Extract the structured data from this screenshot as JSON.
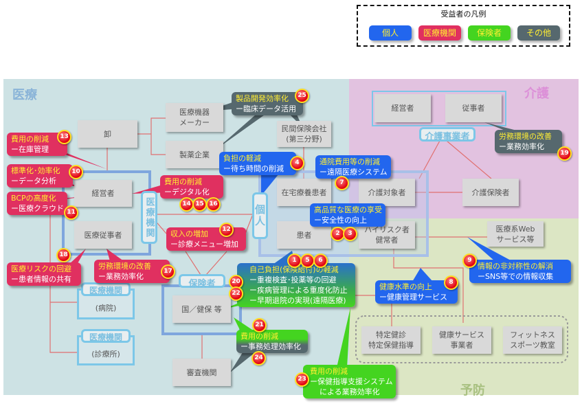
{
  "legend": {
    "title": "受益者の凡例",
    "items": [
      {
        "label": "個人",
        "color": "#2266ee"
      },
      {
        "label": "医療機関",
        "color": "#e03060"
      },
      {
        "label": "保険者",
        "color": "#44d420"
      },
      {
        "label": "その他",
        "color": "#56686e"
      }
    ]
  },
  "regions": {
    "medical": "医療",
    "care": "介護",
    "prevention": "予防"
  },
  "nodes": {
    "wholesale": "卸",
    "device_maker_1": "医療機器",
    "device_maker_2": "メーカー",
    "pharma": "製薬企業",
    "private_ins_1": "民間保険会社",
    "private_ins_2": "(第三分野)",
    "manager": "経営者",
    "staff": "医療従事者",
    "home_patient": "在宅療養患者",
    "patient": "患者",
    "care_manager": "経営者",
    "care_staff": "従事者",
    "care_recipient": "介護対象者",
    "care_insurer": "介護保険者",
    "highrisk_1": "ハイリスク者",
    "highrisk_2": "健常者",
    "web_1": "医療系Web",
    "web_2": "サービス等",
    "checkup_1": "特定健診",
    "checkup_2": "特定保健指導",
    "health_svc_1": "健康サービス",
    "health_svc_2": "事業者",
    "fitness_1": "フィットネス",
    "fitness_2": "スポーツ教室",
    "govt": "国／健保 等",
    "review": "審査機関",
    "hospital_label": "医療機関",
    "hospital": "(病院)",
    "clinic_label": "医療機関",
    "clinic": "(診療所)"
  },
  "groups": {
    "medical_inst": "医療機関",
    "individual": "個人",
    "insurer": "保険者",
    "care_provider": "介護事業者"
  },
  "callouts": [
    {
      "title": "費用の削減",
      "sub": "ー在庫管理",
      "badges": [
        "13"
      ]
    },
    {
      "title": "標準化･効率化",
      "sub": "ーデータ分析",
      "badges": [
        "10"
      ]
    },
    {
      "title": "BCPの高度化",
      "sub": "ー医療クラウド",
      "badges": [
        "11"
      ]
    },
    {
      "title": "費用の削減",
      "sub": "ーデジタル化",
      "badges": [
        "14",
        "15",
        "16"
      ]
    },
    {
      "title": "収入の増加",
      "sub": "ー診療メニュー増加",
      "badges": [
        "12"
      ]
    },
    {
      "title": "医療リスクの回避",
      "sub": "ー患者情報の共有",
      "badges": [
        "18"
      ]
    },
    {
      "title": "労務環境の改善",
      "sub": "ー業務効率化",
      "badges": [
        "17"
      ]
    },
    {
      "title": "製品開発効率化",
      "sub": "ー臨床データ活用",
      "badges": [
        "25"
      ]
    },
    {
      "title": "負担の軽減",
      "sub": "ー待ち時間の削減",
      "badges": [
        "4"
      ]
    },
    {
      "title": "通院費用等の削減",
      "sub": "ー遠隔医療システム",
      "badges": [
        "7"
      ]
    },
    {
      "title": "高品質な医療の享受",
      "sub": "ー安全性の向上",
      "badges": [
        "2",
        "3"
      ]
    },
    {
      "title": "自己負担(保険給付)の軽減",
      "sub": "ー重複検査･投薬等の回避",
      "sub2": "ー疾病管理による重度化防止",
      "sub3": "ー早期退院の実現(遠隔医療)",
      "badges": [
        "1",
        "5",
        "6",
        "20",
        "22"
      ]
    },
    {
      "title": "費用の削減",
      "sub": "ー事務処理効率化",
      "badges": [
        "21",
        "24"
      ]
    },
    {
      "title": "費用の削減",
      "sub": "ー保健指導支援システム",
      "sub2": "による業務効率化",
      "badges": [
        "23"
      ]
    },
    {
      "title": "健康水準の向上",
      "sub": "ー健康管理サービス",
      "badges": [
        "8"
      ]
    },
    {
      "title": "情報の非対称性の解消",
      "sub": "ーSNS等での情報収集",
      "badges": [
        "9"
      ]
    },
    {
      "title": "労務環境の改善",
      "sub": "ー業務効率化",
      "badges": [
        "19"
      ]
    }
  ]
}
